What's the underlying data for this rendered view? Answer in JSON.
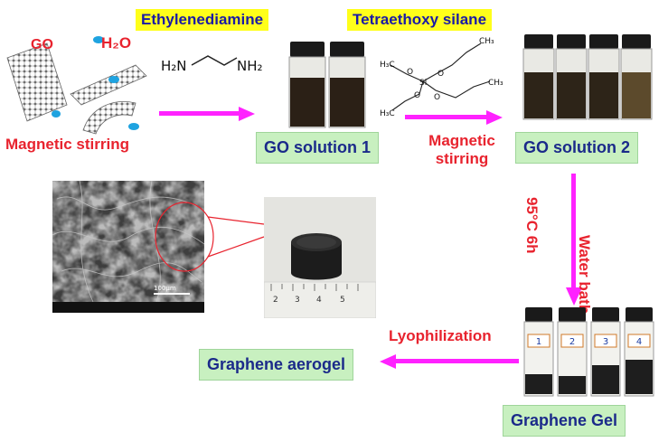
{
  "labels": {
    "go": "GO",
    "h2o": "H₂O",
    "magnetic_stirring_1": "Magnetic stirring",
    "ethylenediamine": "Ethylenediamine",
    "tetraethoxy_silane": "Tetraethoxy silane",
    "go_solution_1": "GO solution 1",
    "go_solution_2": "GO solution 2",
    "magnetic_stirring_2_line1": "Magnetic",
    "magnetic_stirring_2_line2": "stirring",
    "water_bath": "Water bath",
    "temperature_time": "95°C 6h",
    "lyophilization": "Lyophilization",
    "graphene_aerogel": "Graphene  aerogel",
    "graphene_gel": "Graphene Gel"
  },
  "ethylenediamine_formula": {
    "left": "H₂N",
    "right": "NH₂"
  },
  "teos_formula": {
    "ch3_top": "CH₃",
    "ch3_left": "H₃C",
    "ch3_right": "CH₃",
    "ch3_bottom": "H₃C",
    "si": "Si",
    "o": "O"
  },
  "vial_labels": [
    "1",
    "2",
    "3",
    "4"
  ],
  "sem": {
    "scale_bar": "100μm"
  },
  "ruler_ticks": [
    "2",
    "3",
    "4",
    "5"
  ],
  "colors": {
    "arrow": "#ff22ff",
    "label_highlight": "#ffff1a",
    "box_fill": "#c8f0c0",
    "accent_red": "#e8232e",
    "navy_text": "#1b2a8a"
  }
}
